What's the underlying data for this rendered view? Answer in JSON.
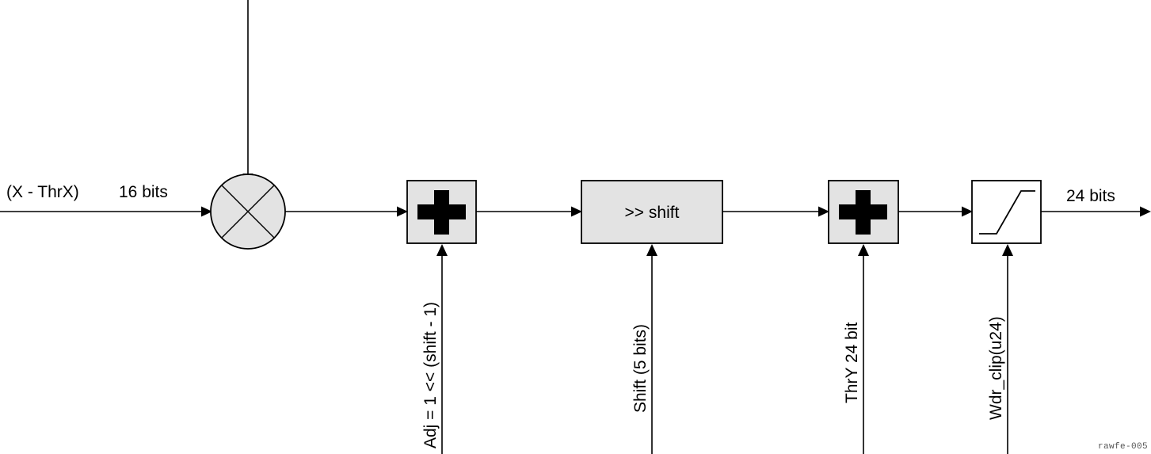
{
  "diagram": {
    "id_tag": "rawfe-005",
    "colors": {
      "block_fill": "#e3e3e3",
      "block_stroke": "#000000",
      "clip_fill": "#ffffff",
      "wire": "#000000",
      "background": "#ffffff",
      "id_text": "#555555"
    },
    "input_label": "(X - ThrX)",
    "input_width_label": "16 bits",
    "output_width_label": "24 bits",
    "blocks": [
      {
        "key": "multiplier",
        "name": "multiplier-block",
        "shape": "circle-with-x",
        "label": "",
        "fill": "#e3e3e3"
      },
      {
        "key": "adder_adj",
        "name": "adder-adj-block",
        "shape": "square-plus",
        "label": "+",
        "fill": "#e3e3e3"
      },
      {
        "key": "shifter",
        "name": "shift-block",
        "shape": "rect",
        "label": ">> shift",
        "fill": "#e3e3e3"
      },
      {
        "key": "adder_thry",
        "name": "adder-thry-block",
        "shape": "square-plus",
        "label": "+",
        "fill": "#e3e3e3"
      },
      {
        "key": "clipper",
        "name": "clip-block",
        "shape": "saturation-curve",
        "label": "",
        "fill": "#ffffff"
      }
    ],
    "port_labels": {
      "adj": "Adj = 1 << (shift - 1)",
      "shift": "Shift (5 bits)",
      "thry": "ThrY 24 bit",
      "wdr_clip": "Wdr_clip(u24)"
    }
  }
}
